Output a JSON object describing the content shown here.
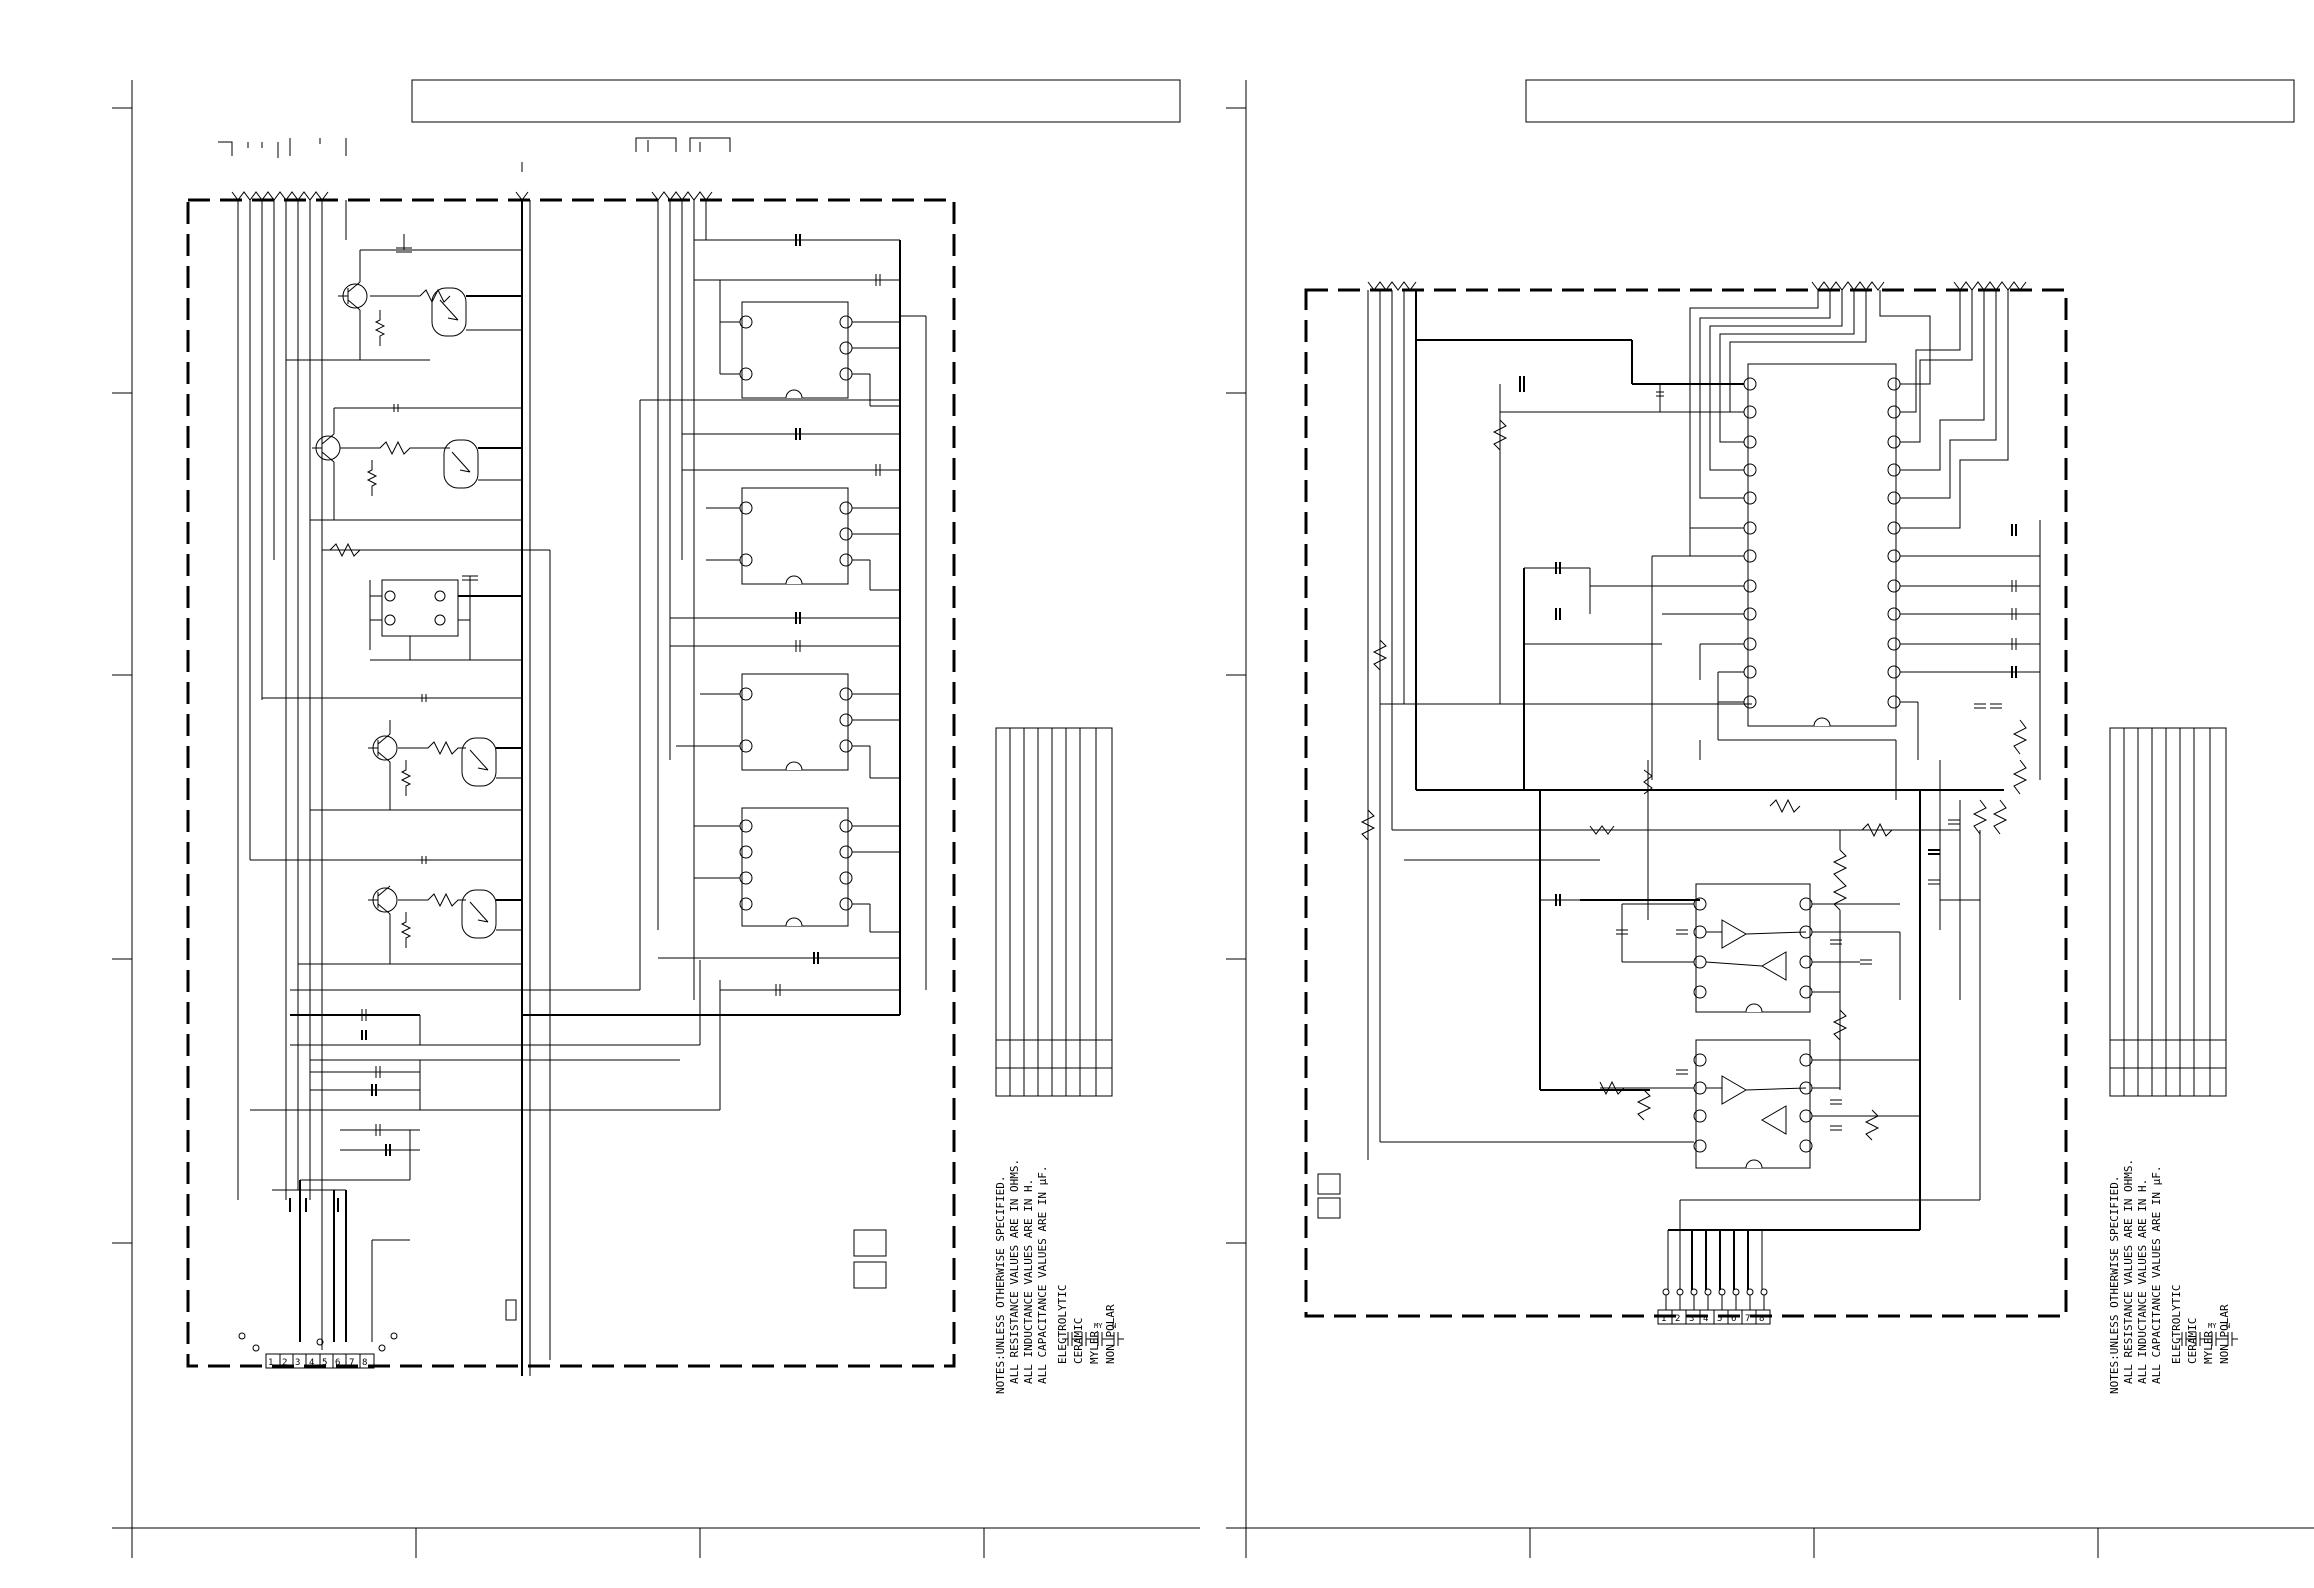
{
  "pages": [
    {
      "id": "left-sheet",
      "title_text": "",
      "notes": {
        "header": "NOTES:UNLESS OTHERWISE SPECIFIED.",
        "lines": [
          "ALL RESISTANCE VALUES ARE IN OHMS.",
          "ALL INDUCTANCE VALUES ARE IN H.",
          "ALL CAPACITANCE VALUES ARE IN µF."
        ],
        "legend": [
          {
            "symbol": "electrolytic-cap",
            "label": "ELECTROLYTIC"
          },
          {
            "symbol": "ceramic-cap",
            "label": "CERAMIC"
          },
          {
            "symbol": "mylar-cap",
            "label": "MYLER",
            "mark": "MY"
          },
          {
            "symbol": "nonpolar-cap",
            "label": "NON POLAR",
            "mark": "N"
          }
        ]
      },
      "connector_pins": [
        "1",
        "2",
        "3",
        "4",
        "5",
        "6",
        "7",
        "8"
      ]
    },
    {
      "id": "right-sheet",
      "title_text": "",
      "notes": {
        "header": "NOTES:UNLESS OTHERWISE SPECIFIED.",
        "lines": [
          "ALL RESISTANCE VALUES ARE IN OHMS.",
          "ALL INDUCTANCE VALUES ARE IN H.",
          "ALL CAPACITANCE VALUES ARE IN µF."
        ],
        "legend": [
          {
            "symbol": "electrolytic-cap",
            "label": "ELECTROLYTIC"
          },
          {
            "symbol": "ceramic-cap",
            "label": "CERAMIC"
          },
          {
            "symbol": "mylar-cap",
            "label": "MYLER",
            "mark": "MY"
          },
          {
            "symbol": "nonpolar-cap",
            "label": "NON POLAR",
            "mark": "N"
          }
        ]
      },
      "connector_pins": [
        "1",
        "2",
        "3",
        "4",
        "5",
        "6",
        "7",
        "8"
      ]
    }
  ]
}
